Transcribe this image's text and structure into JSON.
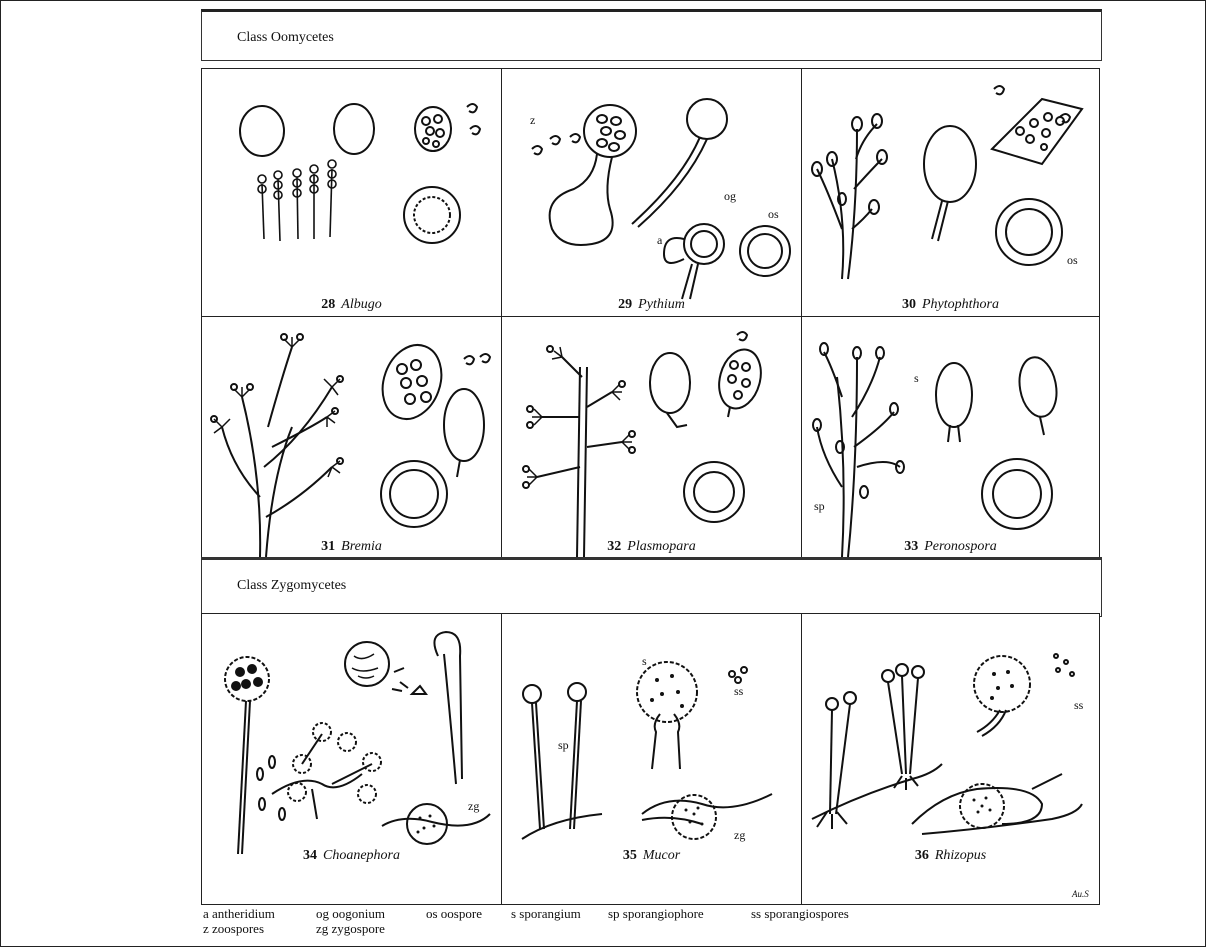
{
  "sections": {
    "oomycetes": "Class Oomycetes",
    "zygomycetes": "Class Zygomycetes"
  },
  "panels": [
    {
      "num": "28",
      "genus": "Albugo"
    },
    {
      "num": "29",
      "genus": "Pythium"
    },
    {
      "num": "30",
      "genus": "Phytophthora"
    },
    {
      "num": "31",
      "genus": "Bremia"
    },
    {
      "num": "32",
      "genus": "Plasmopara"
    },
    {
      "num": "33",
      "genus": "Peronospora"
    },
    {
      "num": "34",
      "genus": "Choanephora"
    },
    {
      "num": "35",
      "genus": "Mucor"
    },
    {
      "num": "36",
      "genus": "Rhizopus"
    }
  ],
  "labels": {
    "z": "z",
    "a": "a",
    "og": "og",
    "os": "os",
    "s": "s",
    "sp": "sp",
    "ss": "ss",
    "zg": "zg",
    "signature": "Au.S"
  },
  "legend": {
    "row1": [
      "a antheridium",
      "og oogonium",
      "os oospore",
      "s sporangium",
      "sp sporangiophore",
      "ss sporangiospores"
    ],
    "row2": [
      "z zoospores",
      "zg zygospore"
    ]
  }
}
